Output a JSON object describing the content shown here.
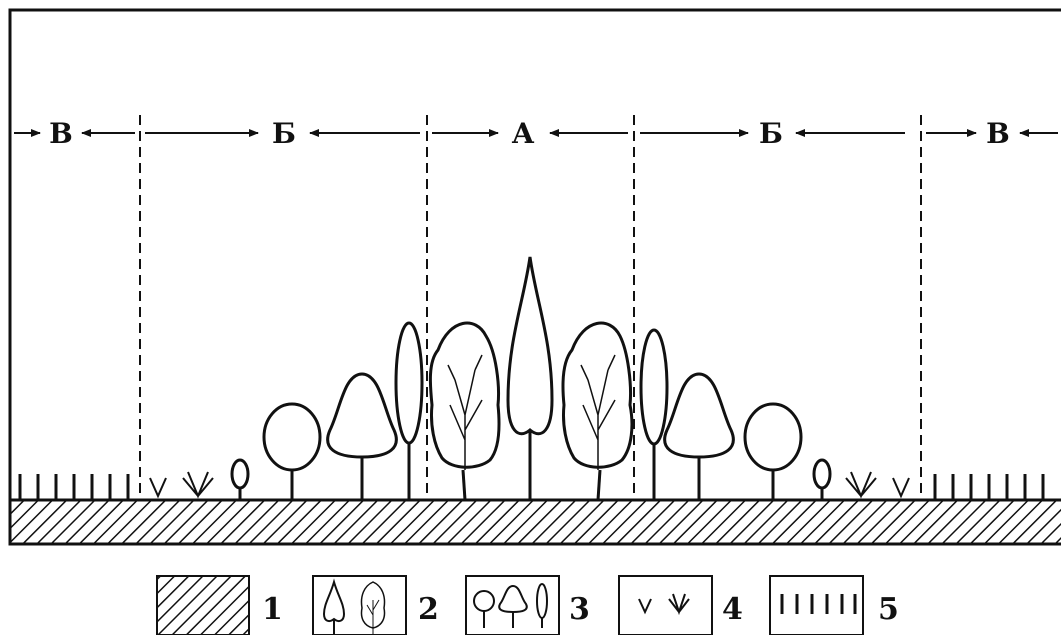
{
  "zones": [
    {
      "id": "v-left",
      "label": "В"
    },
    {
      "id": "b-left",
      "label": "Б"
    },
    {
      "id": "a-center",
      "label": "А"
    },
    {
      "id": "b-right",
      "label": "Б"
    },
    {
      "id": "v-right",
      "label": "В"
    }
  ],
  "legend": [
    {
      "key": "hatch",
      "number": "1"
    },
    {
      "key": "tall-trees",
      "number": "2"
    },
    {
      "key": "medium-trees",
      "number": "3"
    },
    {
      "key": "grass",
      "number": "4"
    },
    {
      "key": "stubble",
      "number": "5"
    }
  ]
}
